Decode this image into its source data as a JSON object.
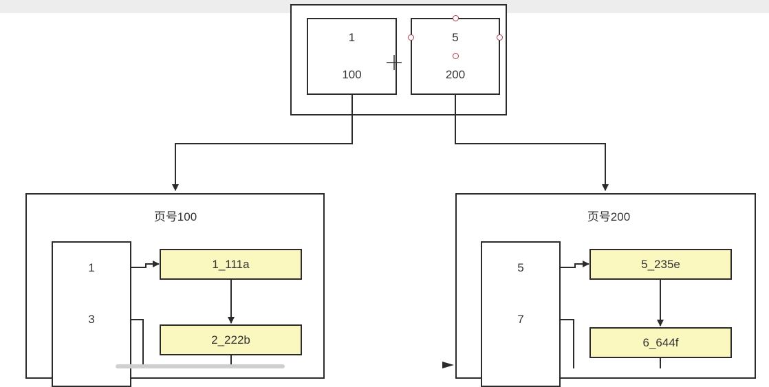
{
  "root_node": {
    "entries": [
      {
        "key": "1",
        "page": "100"
      },
      {
        "key": "5",
        "page": "200"
      }
    ]
  },
  "pages": [
    {
      "title": "页号100",
      "keys": [
        "1",
        "3"
      ],
      "records": [
        "1_111a",
        "2_222b"
      ]
    },
    {
      "title": "页号200",
      "keys": [
        "5",
        "7"
      ],
      "records": [
        "5_235e",
        "6_644f"
      ]
    }
  ]
}
